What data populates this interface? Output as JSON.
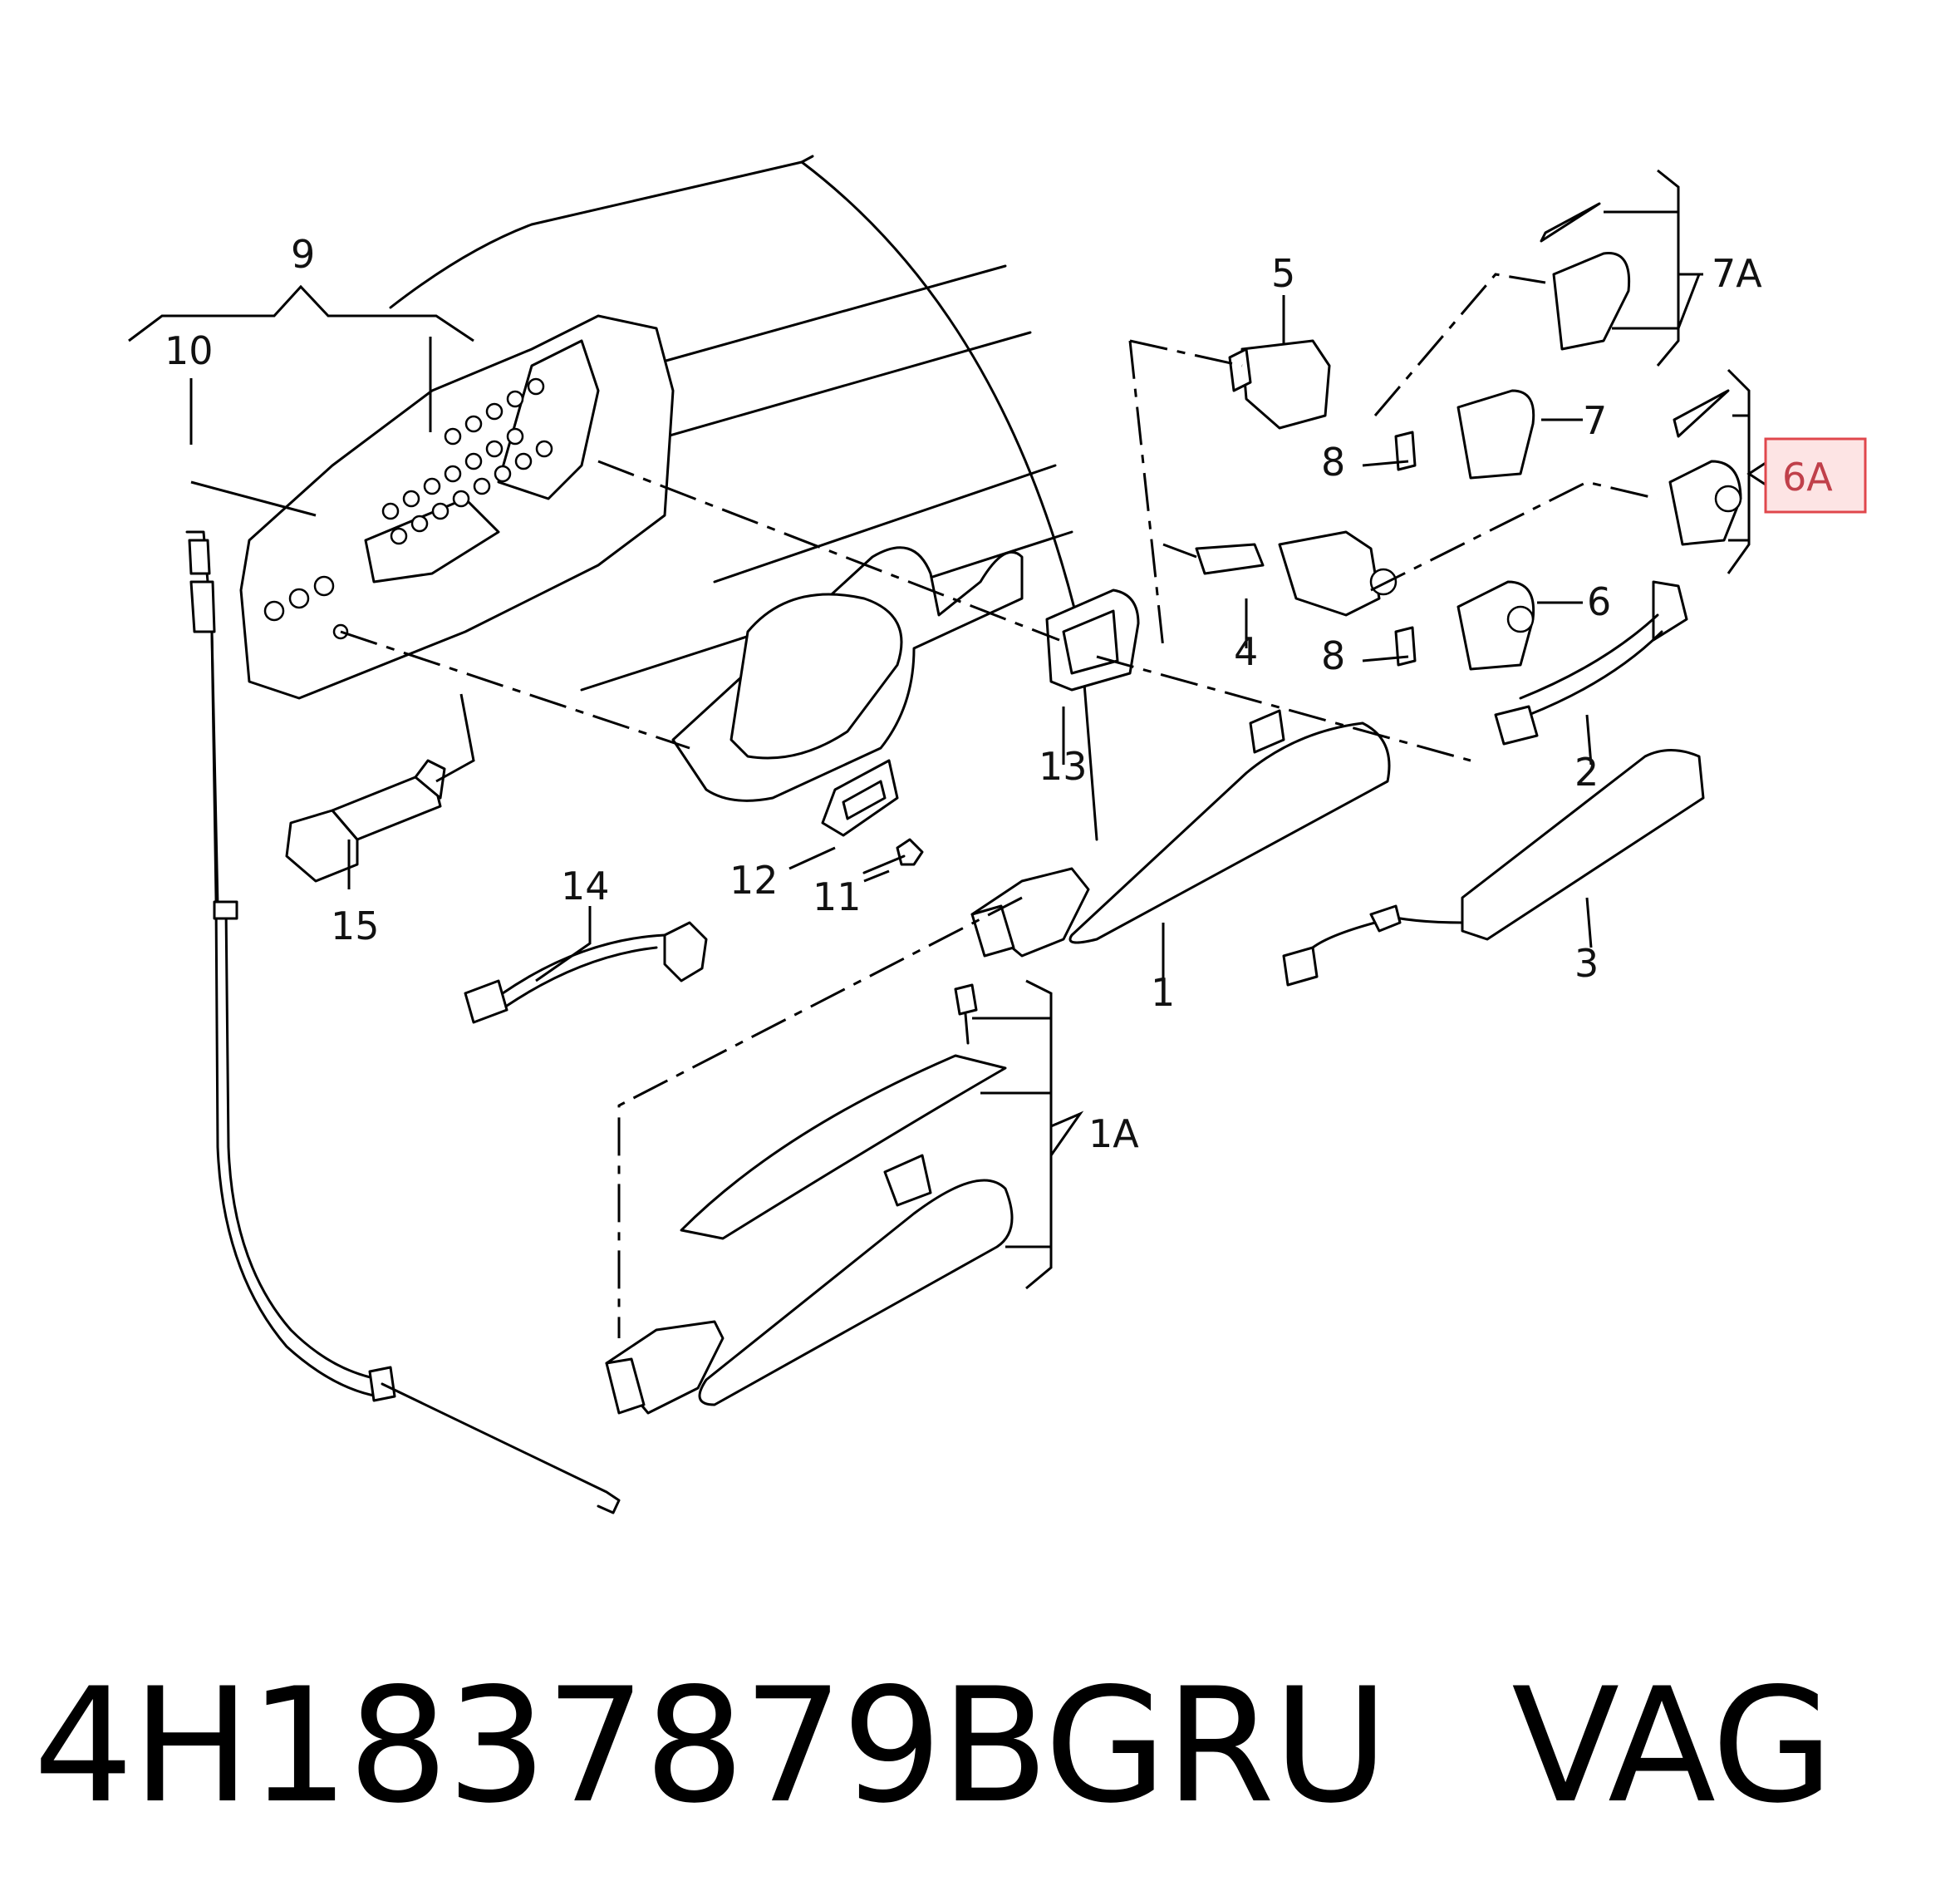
{
  "diagram": {
    "callouts": {
      "c1": "1",
      "c1a": "1A",
      "c2": "2",
      "c3": "3",
      "c4": "4",
      "c5": "5",
      "c6": "6",
      "c6a": "6A",
      "c7": "7",
      "c7a": "7A",
      "c8a": "8",
      "c8b": "8",
      "c9": "9",
      "c10": "10",
      "c11": "11",
      "c12": "12",
      "c13": "13",
      "c14": "14",
      "c15": "15"
    },
    "highlighted_callout": "6A",
    "highlight_color": "#e0474c"
  },
  "footer": {
    "part_number": "4H1837879BGRU",
    "brand": "VAG"
  }
}
